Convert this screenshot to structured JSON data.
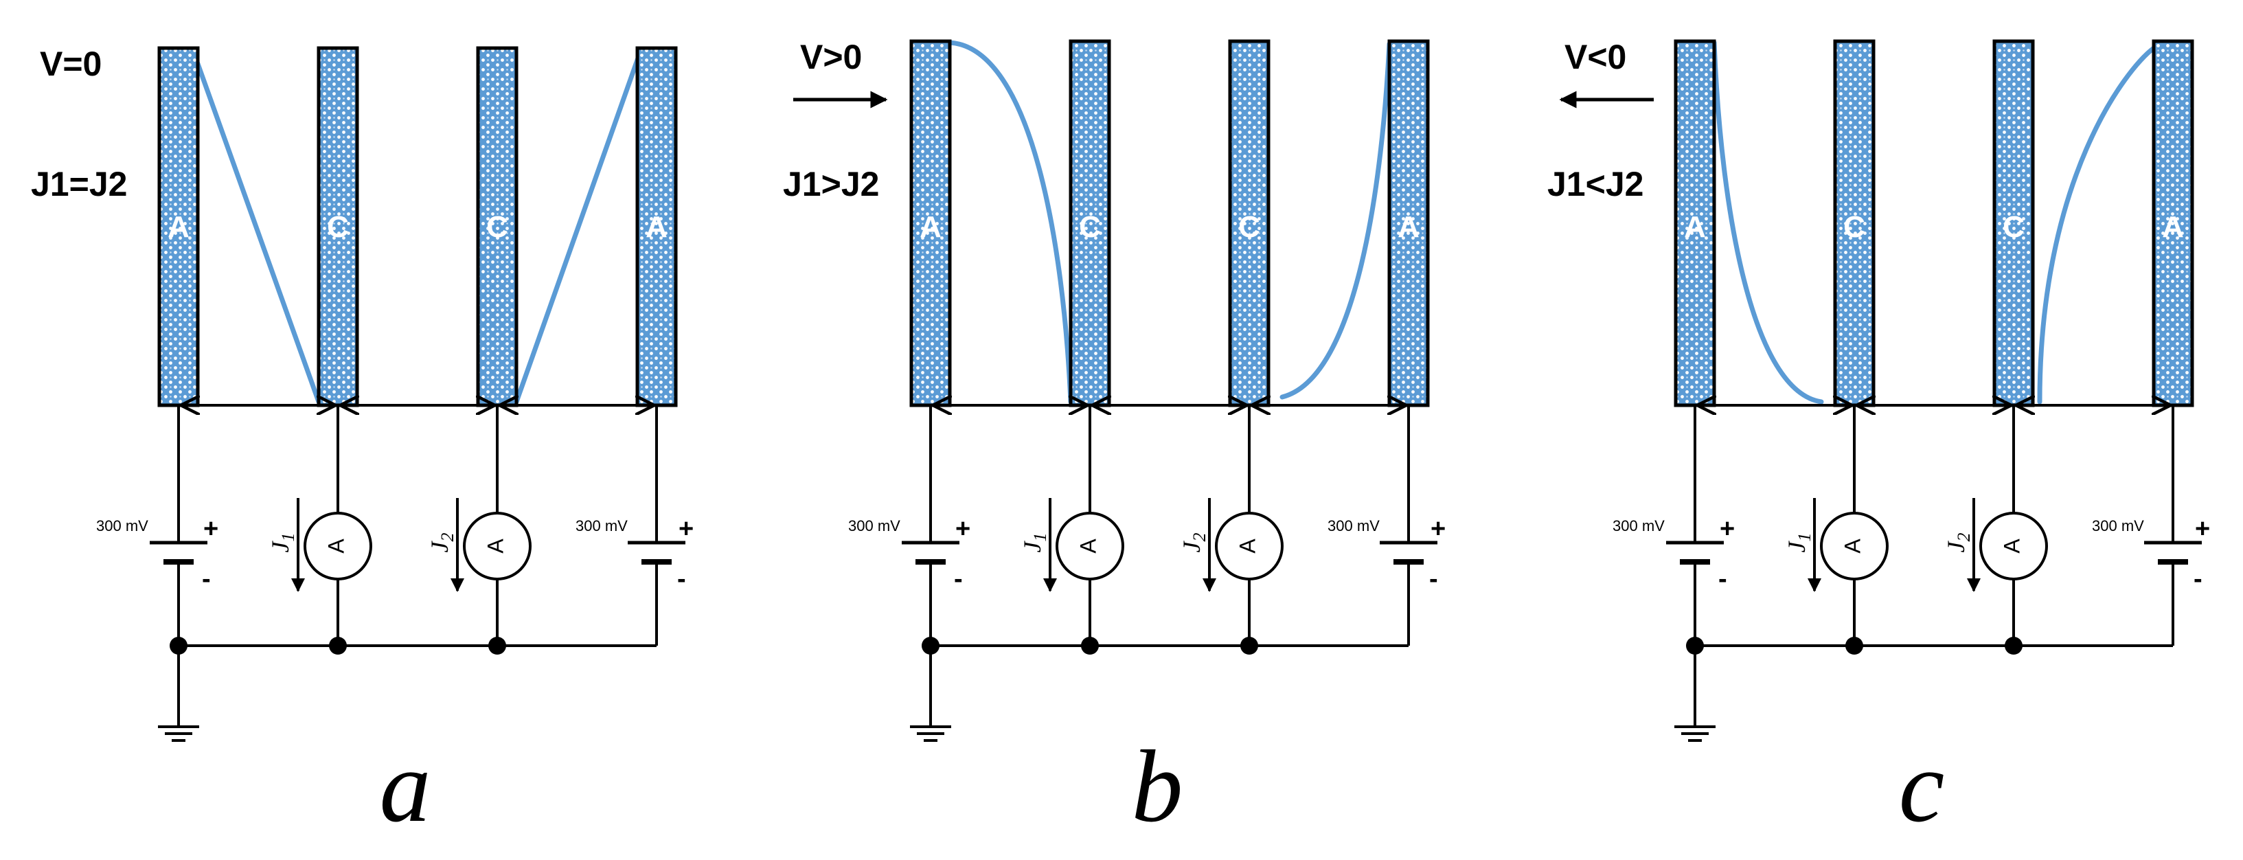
{
  "panels": [
    {
      "id": "a",
      "voltage_label": "V=0",
      "current_relation": "J1=J2",
      "arrow": "none",
      "electrodes": [
        "A",
        "C",
        "C",
        "A"
      ],
      "battery_left": "300 mV",
      "battery_right": "300 mV",
      "plus": "+",
      "minus": "-",
      "meter_label": "A",
      "j1_main": "J",
      "j1_sub": "1",
      "j2_main": "J",
      "j2_sub": "2",
      "panel_label": "a",
      "profile": "linear"
    },
    {
      "id": "b",
      "voltage_label": "V>0",
      "current_relation": "J1>J2",
      "arrow": "right",
      "electrodes": [
        "A",
        "C",
        "C",
        "A"
      ],
      "battery_left": "300 mV",
      "battery_right": "300 mV",
      "plus": "+",
      "minus": "-",
      "meter_label": "A",
      "j1_main": "J",
      "j1_sub": "1",
      "j2_main": "J",
      "j2_sub": "2",
      "panel_label": "b",
      "profile": "convex"
    },
    {
      "id": "c",
      "voltage_label": "V<0",
      "current_relation": "J1<J2",
      "arrow": "left",
      "electrodes": [
        "A",
        "C",
        "C",
        "A"
      ],
      "battery_left": "300 mV",
      "battery_right": "300 mV",
      "plus": "+",
      "minus": "-",
      "meter_label": "A",
      "j1_main": "J",
      "j1_sub": "1",
      "j2_main": "J",
      "j2_sub": "2",
      "panel_label": "c",
      "profile": "concave"
    }
  ],
  "colors": {
    "electrode_fill": "#5b9bd5",
    "electrode_dots": "#ffffff",
    "curve": "#5b9bd5",
    "wire": "#000000"
  }
}
